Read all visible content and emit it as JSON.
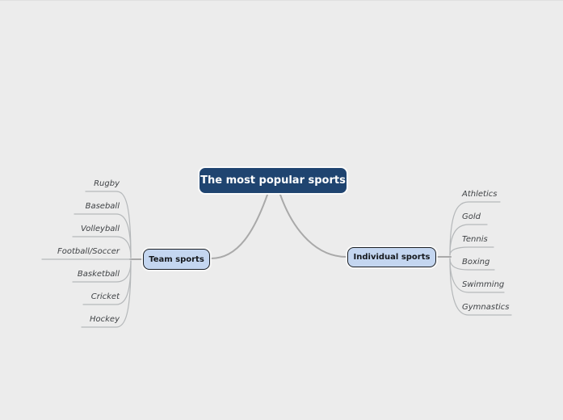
{
  "diagram": {
    "type": "mindmap",
    "root": {
      "label": "The most popular sports"
    },
    "branches": [
      {
        "label": "Team sports",
        "side": "left",
        "children": [
          "Rugby",
          "Baseball",
          "Volleyball",
          "Football/Soccer",
          "Basketball",
          "Cricket",
          "Hockey"
        ]
      },
      {
        "label": "Individual sports",
        "side": "right",
        "children": [
          "Athletics",
          "Gold",
          "Tennis",
          "Boxing",
          "Swimming",
          "Gymnastics"
        ]
      }
    ],
    "colors": {
      "background": "#ececec",
      "root_fill": "#1f4470",
      "root_text": "#ffffff",
      "branch_fill": "#c4d6f0",
      "branch_border": "#1c2025",
      "branch_text": "#15181c",
      "leaf_text": "#3f4245",
      "connector": "#a9a9a9",
      "leaf_line": "#b5b8ba"
    }
  }
}
